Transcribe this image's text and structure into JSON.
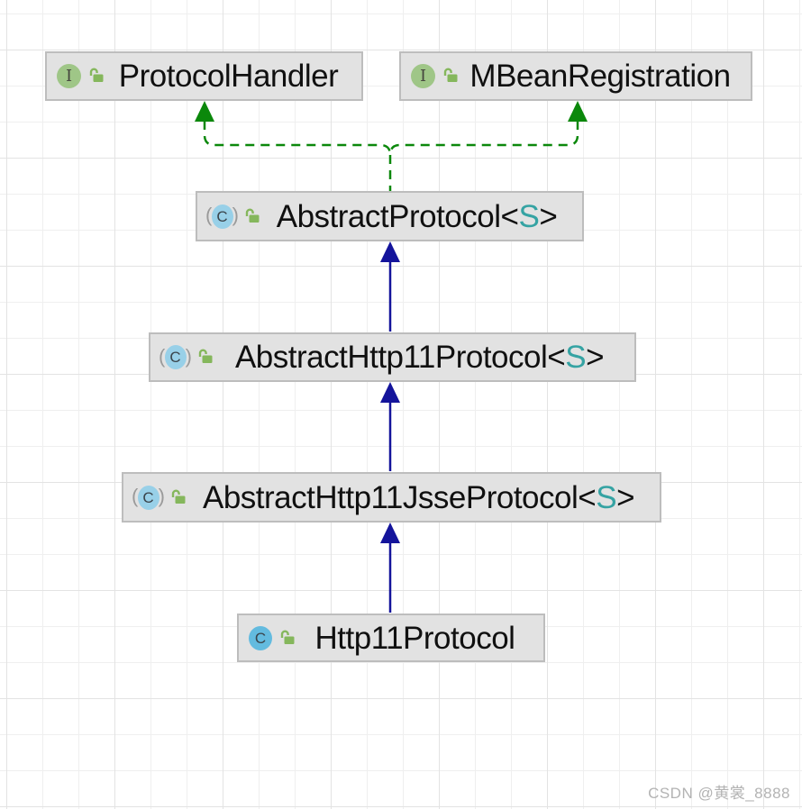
{
  "colors": {
    "realization": "#0b880b",
    "generalization": "#14149b",
    "generic-type": "#35a3a3",
    "node-fill": "#e2e2e2",
    "node-border": "#bdbdbd",
    "interface-icon": "#9fc687",
    "class-icon": "#63bbdf",
    "abstract-class-icon": "#98d0e8",
    "lock-icon": "#85b75c",
    "grid-major": "#e3e3e3",
    "grid-minor": "#efefef",
    "watermark": "#b3b3b3"
  },
  "diagram": {
    "icon_glyphs": {
      "interface_letter": "I",
      "class_letter": "C",
      "paren_open": "(",
      "paren_close": ")"
    },
    "nodes": [
      {
        "id": "protocol-handler",
        "kind": "interface",
        "name": "ProtocolHandler"
      },
      {
        "id": "mbean-registration",
        "kind": "interface",
        "name": "MBeanRegistration"
      },
      {
        "id": "abstract-protocol",
        "kind": "abstract-class",
        "name": "AbstractProtocol",
        "generic_open": "<",
        "generic": "S",
        "generic_close": ">"
      },
      {
        "id": "abstract-http11-protocol",
        "kind": "abstract-class",
        "name": "AbstractHttp11Protocol",
        "generic_open": "<",
        "generic": "S",
        "generic_close": ">"
      },
      {
        "id": "abstract-http11-jsse-protocol",
        "kind": "abstract-class",
        "name": "AbstractHttp11JsseProtocol",
        "generic_open": "<",
        "generic": "S",
        "generic_close": ">"
      },
      {
        "id": "http11-protocol",
        "kind": "class",
        "name": "Http11Protocol"
      }
    ],
    "edges": [
      {
        "from": "AbstractProtocol",
        "to": "ProtocolHandler",
        "type": "realization",
        "style": "dashed-green"
      },
      {
        "from": "AbstractProtocol",
        "to": "MBeanRegistration",
        "type": "realization",
        "style": "dashed-green"
      },
      {
        "from": "AbstractHttp11Protocol",
        "to": "AbstractProtocol",
        "type": "generalization",
        "style": "solid-navy"
      },
      {
        "from": "AbstractHttp11JsseProtocol",
        "to": "AbstractHttp11Protocol",
        "type": "generalization",
        "style": "solid-navy"
      },
      {
        "from": "Http11Protocol",
        "to": "AbstractHttp11JsseProtocol",
        "type": "generalization",
        "style": "solid-navy"
      }
    ]
  },
  "watermark": {
    "text": "CSDN @黄裳_8888"
  }
}
